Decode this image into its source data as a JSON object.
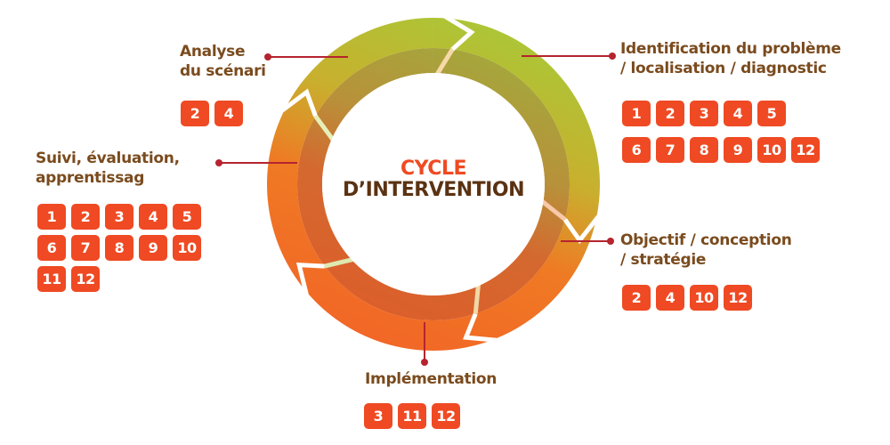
{
  "title": {
    "line1": "CYCLE",
    "line2": "D’INTERVENTION"
  },
  "colors": {
    "badge": "#ef4a23",
    "label": "#7a4b1e",
    "connector": "#b5242f",
    "title_accent": "#ef4a23",
    "title_dark": "#5a3212",
    "ring_green": "#a8c637",
    "ring_orange": "#f26526"
  },
  "stages": [
    {
      "id": "identification",
      "label_lines": [
        "Identification du problème",
        "/ localisation / diagnostic"
      ],
      "badges": [
        "1",
        "2",
        "3",
        "4",
        "5",
        "6",
        "7",
        "8",
        "9",
        "10",
        "12"
      ]
    },
    {
      "id": "objectif",
      "label_lines": [
        "Objectif / conception",
        "/ stratégie"
      ],
      "badges": [
        "2",
        "4",
        "10",
        "12"
      ]
    },
    {
      "id": "implementation",
      "label_lines": [
        "Implémentation"
      ],
      "badges": [
        "3",
        "11",
        "12"
      ]
    },
    {
      "id": "suivi",
      "label_lines": [
        "Suivi, évaluation,",
        "apprentissag"
      ],
      "badges": [
        "1",
        "2",
        "3",
        "4",
        "5",
        "6",
        "7",
        "8",
        "9",
        "10",
        "11",
        "12"
      ]
    },
    {
      "id": "analyse",
      "label_lines": [
        "Analyse",
        "du scénari"
      ],
      "badges": [
        "2",
        "4"
      ]
    }
  ]
}
